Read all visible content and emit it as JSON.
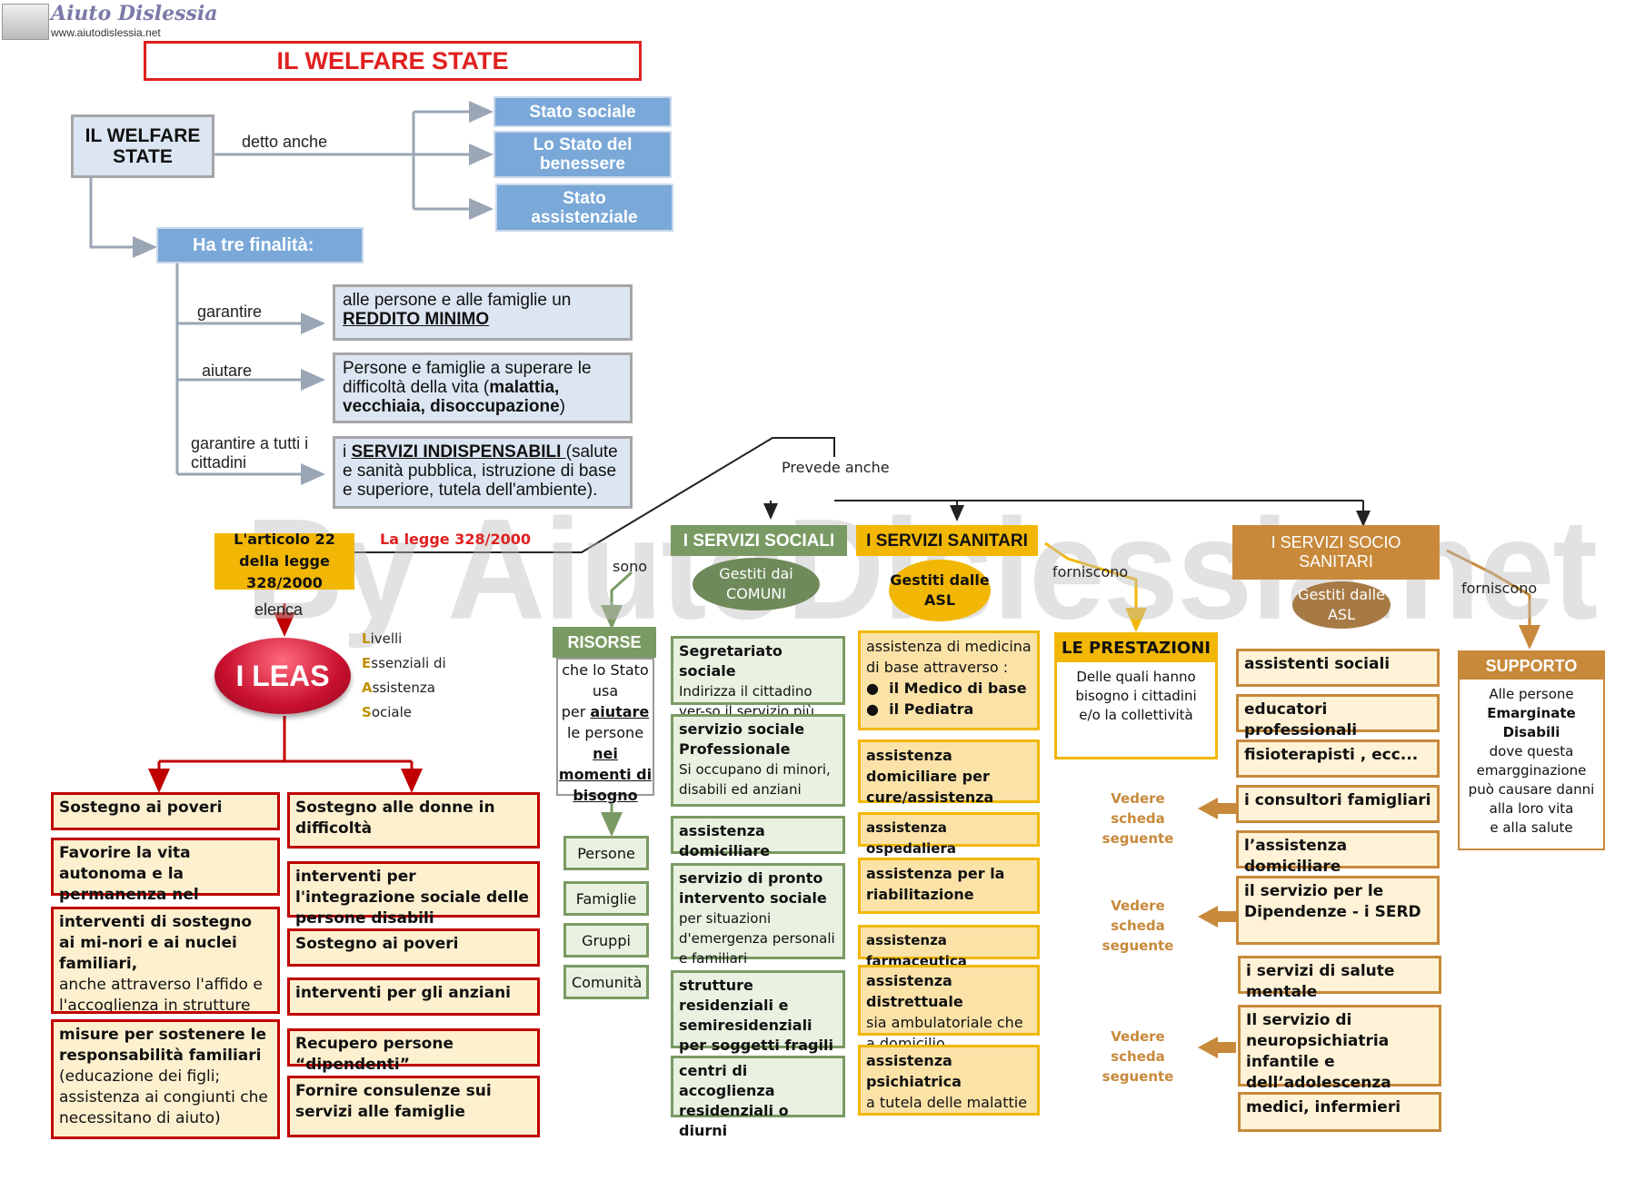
{
  "logo": {
    "name": "Aiuto Dislessia",
    "url": "www.aiutodislessia.net"
  },
  "title": "IL WELFARE STATE",
  "watermark": "By AiutoDislessia.net",
  "welfare": {
    "box": "IL WELFARE STATE",
    "detto": "detto  anche",
    "names": [
      "Stato sociale",
      "Lo Stato del benessere",
      "Stato assistenziale"
    ]
  },
  "finalita": {
    "header": "Ha tre finalità:",
    "items": [
      {
        "verb": "garantire",
        "text_pre": "alle persone e alle famiglie un ",
        "text_bold": "REDDITO MINIMO",
        "text_post": ""
      },
      {
        "verb": "aiutare",
        "text_pre": "Persone e famiglie a superare le difficoltà della vita (",
        "text_bold": "malattia, vecchiaia, disoccupazione",
        "text_post": ")"
      },
      {
        "verb": "garantire a tutti i cittadini",
        "text_pre": "i ",
        "text_bold": "SERVIZI INDISPENSABILI ",
        "text_post": "(salute e sanità pubblica, istruzione di base e superiore, tutela dell'ambiente)."
      }
    ]
  },
  "legge": {
    "box": "L'articolo 22 della legge 328/2000",
    "label": "La legge 328/2000",
    "elenca": "elenca",
    "prevede": "Prevede anche"
  },
  "leas": {
    "label": "I LEAS",
    "acronym": [
      [
        "L",
        "ivelli"
      ],
      [
        "E",
        "ssenziali di"
      ],
      [
        "A",
        "ssistenza"
      ],
      [
        "S",
        "ociale"
      ]
    ]
  },
  "leas_left": [
    {
      "bold": "Sostegno ai poveri",
      "normal": ""
    },
    {
      "bold": "Favorire la vita autonoma e la permanenza nel domicilio",
      "normal": ""
    },
    {
      "bold": "interventi di sostegno ai mi-nori e ai nuclei familiari,",
      "normal": "anche attraverso l'affido e l'accoglienza in strutture comunitarie"
    },
    {
      "bold": "misure per sostenere le responsabilità familiari",
      "normal": "(educazione dei figli; assistenza ai congiunti che necessitano di aiuto)"
    }
  ],
  "leas_right": [
    {
      "bold": "Sostegno alle donne in difficoltà",
      "normal": ""
    },
    {
      "bold": "interventi per l'integrazione sociale delle persone disabili",
      "normal": ""
    },
    {
      "bold": "Sostegno ai poveri",
      "normal": ""
    },
    {
      "bold": "interventi per gli anziani",
      "normal": ""
    },
    {
      "bold": "Recupero persone  “dipendenti”",
      "normal": ""
    },
    {
      "bold": "Fornire consulenze sui servizi alle famiglie",
      "normal": ""
    }
  ],
  "sociali": {
    "header": "I SERVIZI SOCIALI",
    "oval": "Gestiti dai COMUNI",
    "sono": "sono",
    "items": [
      {
        "bold": "Segretariato sociale",
        "normal": "Indirizza il cittadino ver-so il servizio più giusto"
      },
      {
        "bold": "servizio sociale Professionale",
        "normal": "Si occupano di minori, disabili ed anziani"
      },
      {
        "bold": "assistenza domiciliare",
        "normal": ""
      },
      {
        "bold": "servizio di pronto intervento sociale",
        "normal": " per situazioni d'emergenza personali e familiari"
      },
      {
        "bold": "strutture residenziali e semiresidenziali per soggetti fragili",
        "normal": ""
      },
      {
        "bold": "centri di accoglienza residenziali o diurni",
        "normal": ""
      }
    ]
  },
  "risorse": {
    "header": "RISORSE",
    "text": [
      "che lo Stato",
      "usa",
      "per "
    ],
    "aiutare": "aiutare",
    "text2": "le persone",
    "momenti": "nei momenti di bisogno",
    "items": [
      "Persone",
      "Famiglie",
      "Gruppi",
      "Comunità"
    ]
  },
  "sanitari": {
    "header": "I SERVIZI SANITARI",
    "oval": "Gestiti dalle ASL",
    "forniscono": "forniscono",
    "first": {
      "normal": "assistenza di medicina di base attraverso :",
      "bullets": [
        "il Medico di base",
        "il Pediatra"
      ]
    },
    "items": [
      {
        "bold": "assistenza domiciliare per cure/assistenza",
        "normal": ""
      },
      {
        "bold": "assistenza ospedaliera",
        "normal": ""
      },
      {
        "bold": "assistenza per la riabilitazione",
        "normal": ""
      },
      {
        "bold": "assistenza farmaceutica",
        "normal": ""
      },
      {
        "bold": "assistenza distrettuale",
        "normal": "sia ambulatoriale che a domicilio"
      },
      {
        "bold": "assistenza psichiatrica",
        "normal": "a tutela delle malattie mentali"
      }
    ]
  },
  "prestazioni": {
    "header": "LE  PRESTAZIONI",
    "text": "Delle quali hanno bisogno i cittadini e/o la collettività"
  },
  "vedere": "Vedere scheda seguente",
  "socio": {
    "header": "I SERVIZI SOCIO SANITARI",
    "oval": "Gestiti dalle ASL",
    "forniscono": "forniscono",
    "items": [
      "assistenti  sociali",
      "educatori  professionali",
      "fisioterapisti , ecc...",
      "i consultori famigliari",
      "l’assistenza domiciliare",
      "il servizio per le Dipendenze - i SERD",
      "i  servizi di salute mentale",
      "Il servizio di neuropsichiatria infantile e dell’adolescenza",
      "medici, infermieri"
    ]
  },
  "supporto": {
    "header": "SUPPORTO",
    "lines": [
      {
        "t": "Alle persone",
        "b": false
      },
      {
        "t": "Emarginate",
        "b": true
      },
      {
        "t": "Disabili",
        "b": true
      },
      {
        "t": "dove questa emargginazione può causare danni alla loro vita",
        "b": false
      },
      {
        "t": "e alla salute",
        "b": false
      }
    ]
  },
  "colors": {
    "red": "#c00000",
    "blue": "#7aa8d8",
    "green": "#7a9a63",
    "yellow": "#f2b705",
    "brown": "#c8893b"
  }
}
